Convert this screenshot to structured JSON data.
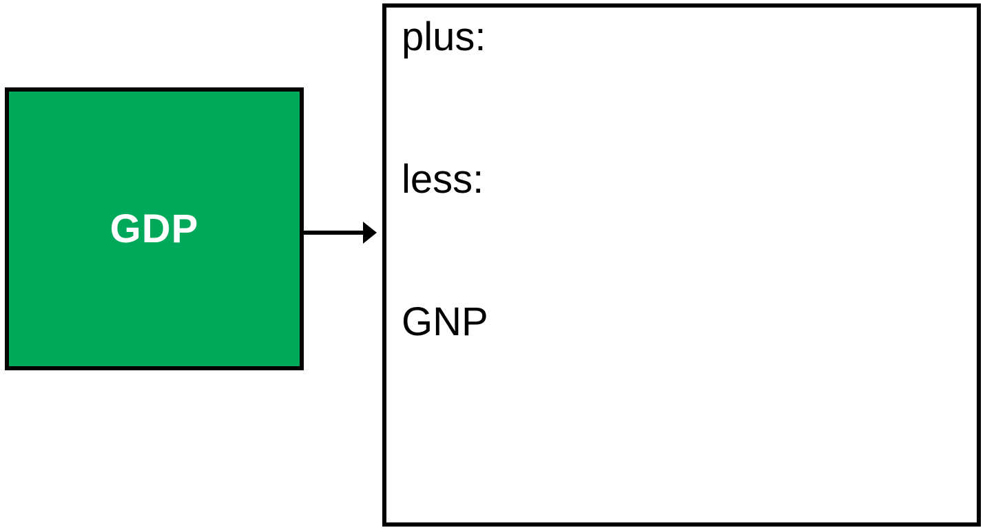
{
  "diagram": {
    "gdp_box": {
      "label": "GDP",
      "fill_color": "#00A859",
      "border_color": "#000000",
      "text_color": "#FFFFFF"
    },
    "arrow": {
      "name": "gdp-to-gnp-arrow",
      "direction": "right",
      "color": "#000000"
    },
    "result_box": {
      "fill_color": "#FFFFFF",
      "border_color": "#000000",
      "text_color": "#000000",
      "lines": [
        {
          "label": "plus:"
        },
        {
          "label": "less:"
        },
        {
          "label": "GNP"
        }
      ]
    }
  }
}
